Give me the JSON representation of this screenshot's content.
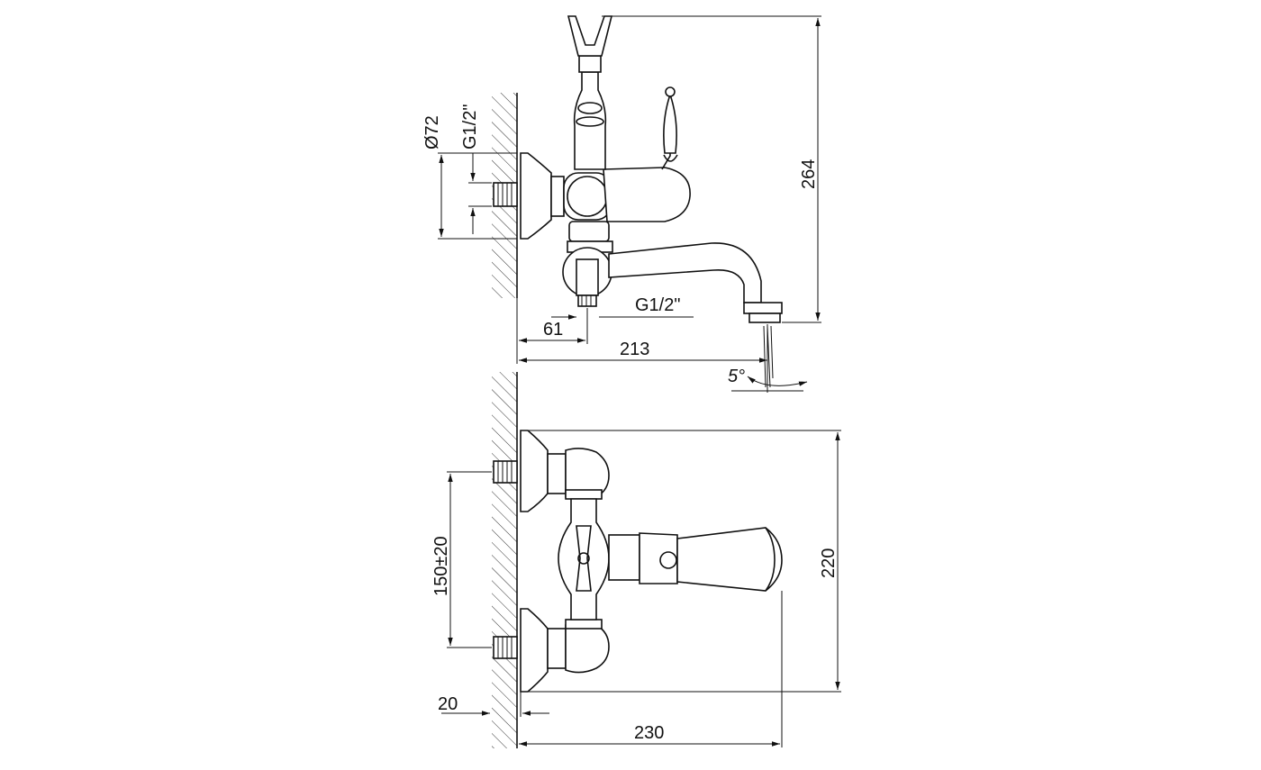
{
  "diagram": {
    "colors": {
      "line": "#111111",
      "background": "#ffffff"
    },
    "top_view": {
      "labels": {
        "diameter": "Ø72",
        "thread_inlet": "G1/2\"",
        "thread_outlet": "G1/2\"",
        "depth": "61",
        "length": "213",
        "height": "264",
        "angle": "5°"
      }
    },
    "front_view": {
      "labels": {
        "spacing": "150±20",
        "height": "220",
        "wall_offset": "20",
        "length": "230"
      }
    }
  }
}
